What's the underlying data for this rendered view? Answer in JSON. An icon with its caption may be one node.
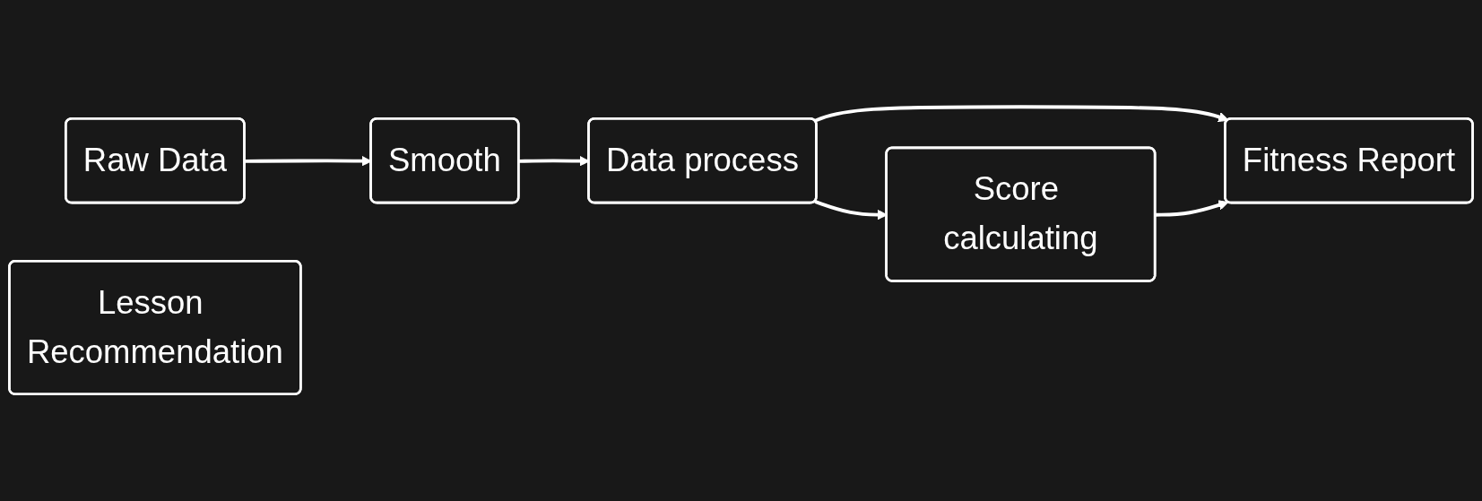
{
  "diagram": {
    "nodes": [
      {
        "text": [
          "Raw Data"
        ]
      },
      {
        "text": [
          "Smooth"
        ]
      },
      {
        "text": [
          "Data process"
        ]
      },
      {
        "text": [
          "Score calculating"
        ]
      },
      {
        "text": [
          "Fitness Report"
        ]
      },
      {
        "text": [
          "Lesson Recommendation"
        ]
      }
    ],
    "edges": [
      {
        "from": 0,
        "to": 1,
        "arrow": "to"
      },
      {
        "from": 1,
        "to": 2,
        "arrow": "to"
      },
      {
        "from": 2,
        "to": 3,
        "arrow": "to"
      },
      {
        "from": 2,
        "to": 4,
        "arrow": "to"
      },
      {
        "from": 3,
        "to": 4,
        "arrow": "to"
      }
    ]
  }
}
